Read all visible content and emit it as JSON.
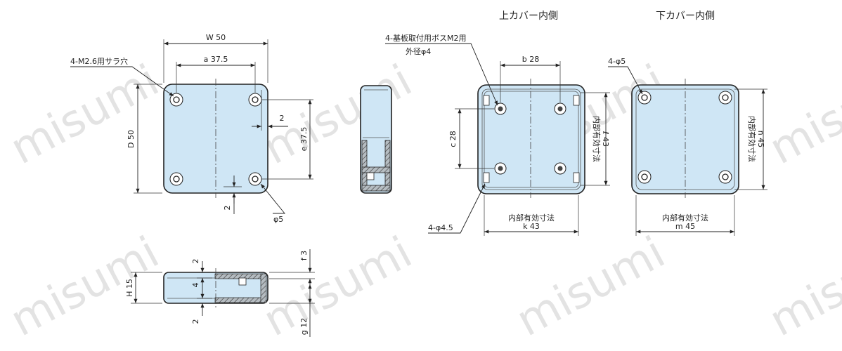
{
  "watermark": "misumi",
  "titles": {
    "top_inner": "上カバー内側",
    "bottom_inner": "下カバー内側"
  },
  "front": {
    "width": "W 50",
    "a_pitch": "a 37.5",
    "depth": "D 50",
    "e_pitch": "e 37.5",
    "offset_right": "2",
    "offset_bottom": "2",
    "holes_note": "4-M2.6用サラ穴",
    "foot_dia": "φ5"
  },
  "side": {
    "height": "H 15",
    "f": "f 3",
    "g": "g 12",
    "lip_top": "2",
    "lip_mid": "4",
    "lip_bottom": "2"
  },
  "top_cover": {
    "boss_note": "4-基板取付用ボスM2用",
    "boss_dia": "外径φ4",
    "b_pitch": "b 28",
    "c_pitch": "c 28",
    "inner_l_label": "内部有効寸法",
    "inner_l": "ℓ 43",
    "inner_k_label": "内部有効寸法",
    "inner_k": "k 43",
    "holes_note": "4-φ4.5"
  },
  "bottom_cover": {
    "holes_note": "4-φ5",
    "inner_n_label": "内部有効寸法",
    "inner_n": "n 45",
    "inner_m_label": "内部有効寸法",
    "inner_m": "m 45"
  },
  "colors": {
    "body_fill": "#cfe6f5",
    "body_stroke": "#222222",
    "section_fill": "#9aa4aa"
  }
}
